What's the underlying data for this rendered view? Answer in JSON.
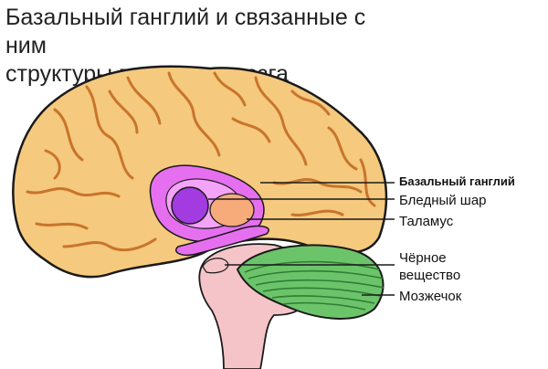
{
  "title": {
    "line1": "Базальный ганглий и связанные с ним",
    "line2": "структуры головного мозга"
  },
  "labels": {
    "basal_ganglia": "Базальный ганглий",
    "globus_pallidus": "Бледный шар",
    "thalamus": "Таламус",
    "substantia_nigra_line1": "Чёрное",
    "substantia_nigra_line2": "вещество",
    "cerebellum": "Мозжечок"
  },
  "colors": {
    "cortex": "#f5c97e",
    "sulci": "#c8752b",
    "outline": "#1a1a1a",
    "basal_ganglia_outer": "#e66ff0",
    "basal_ganglia_inner": "#f3a3f8",
    "globus_pallidus": "#a23be0",
    "thalamus": "#f7aa7a",
    "brainstem": "#f4c4c8",
    "cerebellum": "#6cc46a",
    "cerebellum_lines": "#2f7d34"
  }
}
